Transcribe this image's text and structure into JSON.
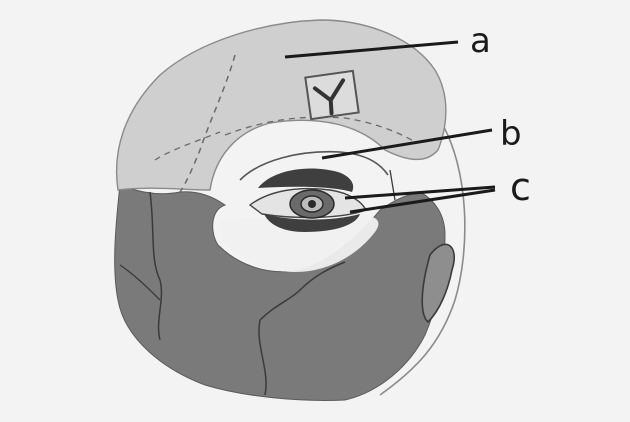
{
  "labels": {
    "a": "a",
    "b": "b",
    "c": "c"
  },
  "colors": {
    "paper": "#f3f3f3",
    "cap": "#cfcfcf",
    "head_shade": "#7a7a7a",
    "eye_shade": "#3f3f3f",
    "ink": "#1a1a1a"
  }
}
